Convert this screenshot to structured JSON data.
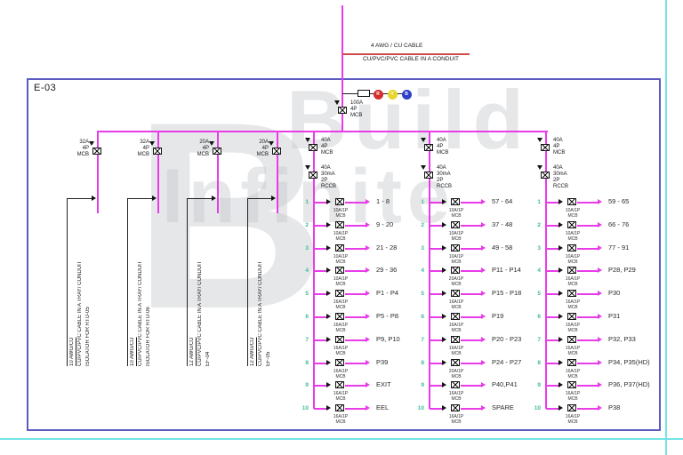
{
  "colors": {
    "magenta": "#e93ce9",
    "red_feed": "#cf4a4a",
    "black_line": "#222222",
    "circuit_number_green": "#3fbb95",
    "panel_border_blue": "#5b5bc0",
    "frame_cyan": "#74e4e4",
    "phase_r": "#d23030",
    "phase_y": "#e8d62e",
    "phase_b": "#2f3fc8"
  },
  "drawing": {
    "panel_id": "E-03",
    "incoming": {
      "cable_note_line1": "4 AWG / CU CABLE",
      "cable_note_line2": "CU/PVC/PVC CABLE  IN A CONDUIT",
      "main_breaker": {
        "rating": "100A",
        "poles": "4P",
        "type": "MCB"
      },
      "phases": [
        {
          "label": "R",
          "color_key": "phase_r"
        },
        {
          "label": "Y",
          "color_key": "phase_y"
        },
        {
          "label": "B",
          "color_key": "phase_b"
        }
      ]
    },
    "feeders": [
      {
        "rating": "32A",
        "poles": "4P",
        "type": "MCB",
        "cable": "10 AWG/CU",
        "runs": "CU/PVC/PVC CABLE IN A TRAY/ CONDUIT",
        "load": "ISOLATOR FOR RTU-05"
      },
      {
        "rating": "32A",
        "poles": "4P",
        "type": "MCB",
        "cable": "10 AWG/CU",
        "runs": "CU/PVC/PVC CABLE IN A TRAY/ CONDUIT",
        "load": "ISOLATOR FOR RTU-06"
      },
      {
        "rating": "20A",
        "poles": "4P",
        "type": "MCB",
        "cable": "12 AWG/CU",
        "runs": "CU/PVC/PVC CABLE IN A TRAY/ CONDUIT",
        "load": "EF-04"
      },
      {
        "rating": "20A",
        "poles": "4P",
        "type": "MCB",
        "cable": "12 AWG/CU",
        "runs": "CU/PVC/PVC CABLE IN A TRAY/ CONDUIT",
        "load": "EF-05"
      }
    ],
    "subpanels": [
      {
        "breaker": {
          "rating": "40A",
          "poles": "4P",
          "type": "MCB"
        },
        "rccb": {
          "rating": "40A",
          "sensitivity": "30mA",
          "poles": "2P",
          "type": "RCCB"
        },
        "circuits": [
          {
            "no": "1",
            "breaker": "10A/1P",
            "type": "MCB",
            "load": "1 - 8"
          },
          {
            "no": "2",
            "breaker": "10A/1P",
            "type": "MCB",
            "load": "9 - 20"
          },
          {
            "no": "3",
            "breaker": "10A/1P",
            "type": "MCB",
            "load": "21 - 28"
          },
          {
            "no": "4",
            "breaker": "10A/1P",
            "type": "MCB",
            "load": "29 - 36"
          },
          {
            "no": "5",
            "breaker": "16A/1P",
            "type": "MCB",
            "load": "P1 - P4"
          },
          {
            "no": "6",
            "breaker": "16A/1P",
            "type": "MCB",
            "load": "P5 - P8"
          },
          {
            "no": "7",
            "breaker": "16A/1P",
            "type": "MCB",
            "load": "P9, P10"
          },
          {
            "no": "8",
            "breaker": "16A/1P",
            "type": "MCB",
            "load": "P39"
          },
          {
            "no": "9",
            "breaker": "16A/1P",
            "type": "MCB",
            "load": "EXIT"
          },
          {
            "no": "10",
            "breaker": "16A/1P",
            "type": "MCB",
            "load": "EEL"
          }
        ]
      },
      {
        "breaker": {
          "rating": "40A",
          "poles": "4P",
          "type": "MCB"
        },
        "rccb": {
          "rating": "40A",
          "sensitivity": "30mA",
          "poles": "2P",
          "type": "RCCB"
        },
        "circuits": [
          {
            "no": "1",
            "breaker": "10A/1P",
            "type": "MCB",
            "load": "57 - 64"
          },
          {
            "no": "2",
            "breaker": "10A/1P",
            "type": "MCB",
            "load": "37 - 48"
          },
          {
            "no": "3",
            "breaker": "10A/1P",
            "type": "MCB",
            "load": "49 - 58"
          },
          {
            "no": "4",
            "breaker": "20A/1P",
            "type": "MCB",
            "load": "P11 - P14"
          },
          {
            "no": "5",
            "breaker": "16A/1P",
            "type": "MCB",
            "load": "P15 - P18"
          },
          {
            "no": "6",
            "breaker": "16A/1P",
            "type": "MCB",
            "load": "P19"
          },
          {
            "no": "7",
            "breaker": "16A/1P",
            "type": "MCB",
            "load": "P20 - P23"
          },
          {
            "no": "8",
            "breaker": "20A/1P",
            "type": "MCB",
            "load": "P24 - P27"
          },
          {
            "no": "9",
            "breaker": "16A/1P",
            "type": "MCB",
            "load": "P40,P41"
          },
          {
            "no": "10",
            "breaker": "16A/1P",
            "type": "MCB",
            "load": "SPARE"
          }
        ]
      },
      {
        "breaker": {
          "rating": "40A",
          "poles": "4P",
          "type": "MCB"
        },
        "rccb": {
          "rating": "40A",
          "sensitivity": "30mA",
          "poles": "2P",
          "type": "RCCB"
        },
        "circuits": [
          {
            "no": "1",
            "breaker": "10A/1P",
            "type": "MCB",
            "load": "59 - 65"
          },
          {
            "no": "2",
            "breaker": "10A/1P",
            "type": "MCB",
            "load": "66 - 76"
          },
          {
            "no": "3",
            "breaker": "10A/1P",
            "type": "MCB",
            "load": "77 - 91"
          },
          {
            "no": "4",
            "breaker": "16A/1P",
            "type": "MCB",
            "load": "P28, P29"
          },
          {
            "no": "5",
            "breaker": "16A/1P",
            "type": "MCB",
            "load": "P30"
          },
          {
            "no": "6",
            "breaker": "16A/1P",
            "type": "MCB",
            "load": "P31"
          },
          {
            "no": "7",
            "breaker": "16A/1P",
            "type": "MCB",
            "load": "P32, P33"
          },
          {
            "no": "8",
            "breaker": "16A/1P",
            "type": "MCB",
            "load": "P34, P35(HD)"
          },
          {
            "no": "9",
            "breaker": "16A/1P",
            "type": "MCB",
            "load": "P36, P37(HD)"
          },
          {
            "no": "10",
            "breaker": "16A/1P",
            "type": "MCB",
            "load": "P38"
          }
        ]
      }
    ],
    "watermark": {
      "letter": "B",
      "line1": "Build",
      "line2": "Infinite"
    }
  }
}
